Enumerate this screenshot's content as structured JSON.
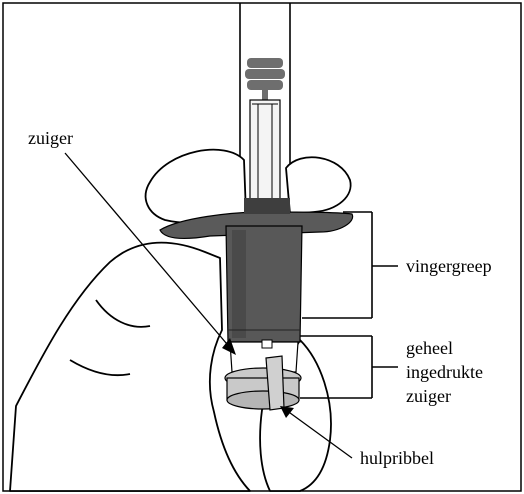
{
  "labels": {
    "plunger": "zuiger",
    "finger_grip": "vingergreep",
    "fully_pressed_line1": "geheel",
    "fully_pressed_line2": "ingedrukte",
    "fully_pressed_line3": "zuiger",
    "sleeve_rib": "hulpribbel"
  },
  "colors": {
    "ink": "#000000",
    "barrel": "#5a5a5a",
    "barrel_dark": "#3e3e3e",
    "skin": "#ffffff",
    "plunger_rod": "#bdbdbd",
    "ring": "#c9c9c9"
  }
}
